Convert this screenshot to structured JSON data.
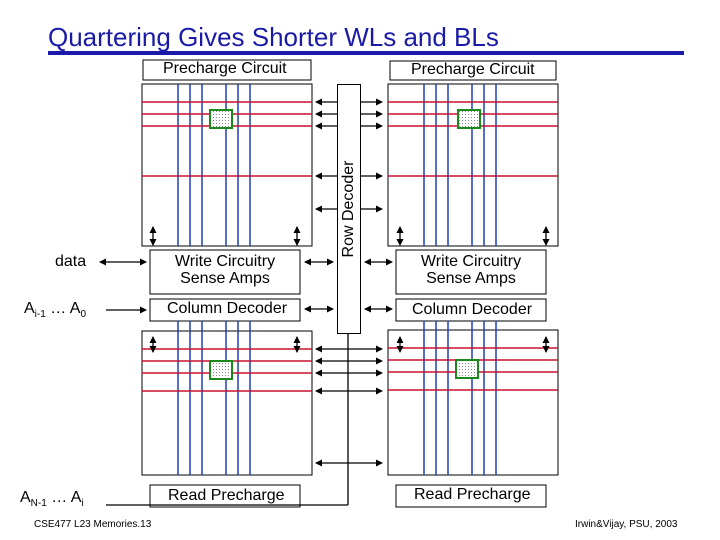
{
  "title": "Quartering Gives Shorter WLs and BLs",
  "labels": {
    "precharge_left": "Precharge Circuit",
    "precharge_right": "Precharge Circuit",
    "write_left_line1": "Write Circuitry",
    "write_left_line2": "Sense Amps",
    "write_right_line1": "Write Circuitry",
    "write_right_line2": "Sense Amps",
    "coldec_left": "Column Decoder",
    "coldec_right": "Column Decoder",
    "readpre_left": "Read Precharge",
    "readpre_right": "Read Precharge",
    "row_decoder": "Row Decoder",
    "data": "data",
    "addr_col_a": "A",
    "addr_col_sub1": "i-1",
    "addr_col_dots": " … A",
    "addr_col_sub2": "0",
    "addr_row_a": "A",
    "addr_row_sub1": "N-1",
    "addr_row_dots": " … A",
    "addr_row_sub2": "i"
  },
  "footer": {
    "left": "CSE477 L23 Memories.13",
    "right": "Irwin&Vijay, PSU, 2003"
  },
  "colors": {
    "title": "#1a1aa8",
    "bitline": "#1f3fbf",
    "wordline": "#c8102e",
    "cell": "#1a8a1a"
  }
}
